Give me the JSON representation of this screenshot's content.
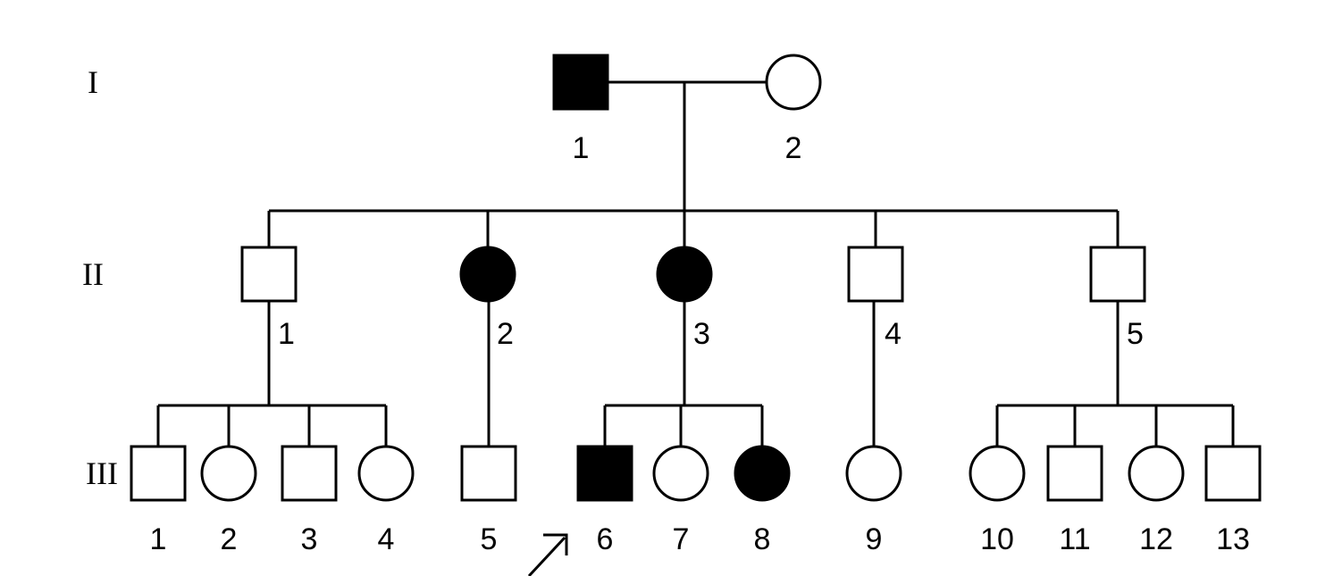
{
  "generations": [
    {
      "id": "I",
      "label": "I"
    },
    {
      "id": "II",
      "label": "II"
    },
    {
      "id": "III",
      "label": "III"
    }
  ],
  "individuals": [
    {
      "id": "I-1",
      "generation": "I",
      "label": "1",
      "sex": "male",
      "affected": true
    },
    {
      "id": "I-2",
      "generation": "I",
      "label": "2",
      "sex": "female",
      "affected": false
    },
    {
      "id": "II-1",
      "generation": "II",
      "label": "1",
      "sex": "male",
      "affected": false
    },
    {
      "id": "II-2",
      "generation": "II",
      "label": "2",
      "sex": "female",
      "affected": true
    },
    {
      "id": "II-3",
      "generation": "II",
      "label": "3",
      "sex": "female",
      "affected": true
    },
    {
      "id": "II-4",
      "generation": "II",
      "label": "4",
      "sex": "male",
      "affected": false
    },
    {
      "id": "II-5",
      "generation": "II",
      "label": "5",
      "sex": "male",
      "affected": false
    },
    {
      "id": "III-1",
      "generation": "III",
      "label": "1",
      "sex": "male",
      "affected": false
    },
    {
      "id": "III-2",
      "generation": "III",
      "label": "2",
      "sex": "female",
      "affected": false
    },
    {
      "id": "III-3",
      "generation": "III",
      "label": "3",
      "sex": "male",
      "affected": false
    },
    {
      "id": "III-4",
      "generation": "III",
      "label": "4",
      "sex": "female",
      "affected": false
    },
    {
      "id": "III-5",
      "generation": "III",
      "label": "5",
      "sex": "male",
      "affected": false
    },
    {
      "id": "III-6",
      "generation": "III",
      "label": "6",
      "sex": "male",
      "affected": true,
      "proband": true
    },
    {
      "id": "III-7",
      "generation": "III",
      "label": "7",
      "sex": "female",
      "affected": false
    },
    {
      "id": "III-8",
      "generation": "III",
      "label": "8",
      "sex": "female",
      "affected": true
    },
    {
      "id": "III-9",
      "generation": "III",
      "label": "9",
      "sex": "female",
      "affected": false
    },
    {
      "id": "III-10",
      "generation": "III",
      "label": "10",
      "sex": "female",
      "affected": false
    },
    {
      "id": "III-11",
      "generation": "III",
      "label": "11",
      "sex": "male",
      "affected": false
    },
    {
      "id": "III-12",
      "generation": "III",
      "label": "12",
      "sex": "female",
      "affected": false
    },
    {
      "id": "III-13",
      "generation": "III",
      "label": "13",
      "sex": "male",
      "affected": false
    }
  ],
  "unions": [
    {
      "parents": [
        "I-1",
        "I-2"
      ],
      "children": [
        "II-1",
        "II-2",
        "II-3",
        "II-4",
        "II-5"
      ]
    },
    {
      "parents": [
        "II-1"
      ],
      "children": [
        "III-1",
        "III-2",
        "III-3",
        "III-4"
      ]
    },
    {
      "parents": [
        "II-2"
      ],
      "children": [
        "III-5"
      ]
    },
    {
      "parents": [
        "II-3"
      ],
      "children": [
        "III-6",
        "III-7",
        "III-8"
      ]
    },
    {
      "parents": [
        "II-4"
      ],
      "children": [
        "III-9"
      ]
    },
    {
      "parents": [
        "II-5"
      ],
      "children": [
        "III-10",
        "III-11",
        "III-12",
        "III-13"
      ]
    }
  ],
  "colors": {
    "affected": "#000000",
    "unaffected": "#ffffff",
    "line": "#000000"
  }
}
